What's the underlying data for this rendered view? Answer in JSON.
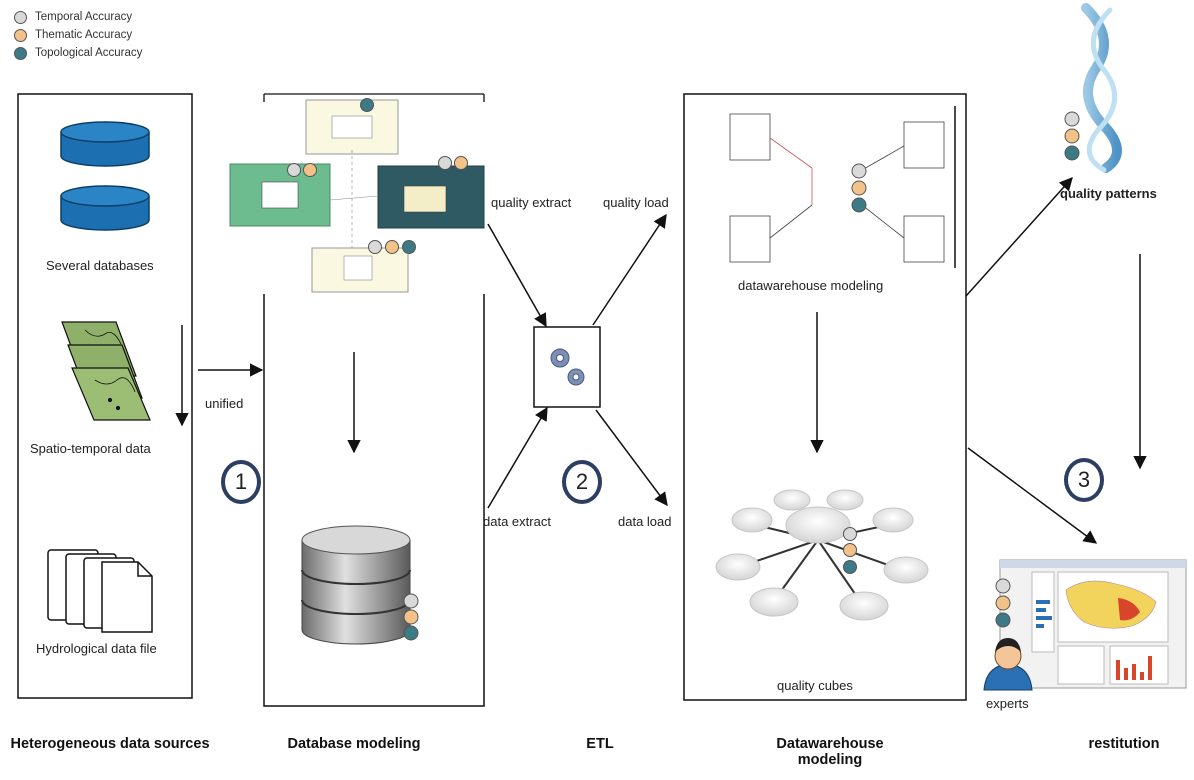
{
  "legend": [
    {
      "label": "Temporal Accuracy",
      "color": "#d9d9d9"
    },
    {
      "label": "Thematic Accuracy",
      "color": "#f2c289"
    },
    {
      "label": "Topological Accuracy",
      "color": "#3c7a86"
    }
  ],
  "sources": {
    "databases_label": "Several databases",
    "spatio_label": "Spatio-temporal data",
    "hydro_label": "Hydrological data file"
  },
  "arrows": {
    "unified": "unified",
    "quality_extract": "quality extract",
    "quality_load": "quality load",
    "data_extract": "data extract",
    "data_load": "data load"
  },
  "steps": {
    "one": "1",
    "two": "2",
    "three": "3"
  },
  "dw": {
    "modeling_label": "datawarehouse modeling",
    "cubes_label": "quality cubes"
  },
  "restitution": {
    "patterns_label": "quality patterns",
    "experts_label": "experts"
  },
  "stages": {
    "sources": "Heterogeneous data sources",
    "db_modeling": "Database modeling",
    "etl": "ETL",
    "dw_modeling": "Datawarehouse modeling",
    "restitution": "restitution"
  },
  "colors": {
    "db_blue": "#1c6fb0",
    "map_green": "#8fb069",
    "step_ring": "#2d3e63",
    "schema_green": "#6cbc8f",
    "schema_teal": "#2f5a63"
  }
}
